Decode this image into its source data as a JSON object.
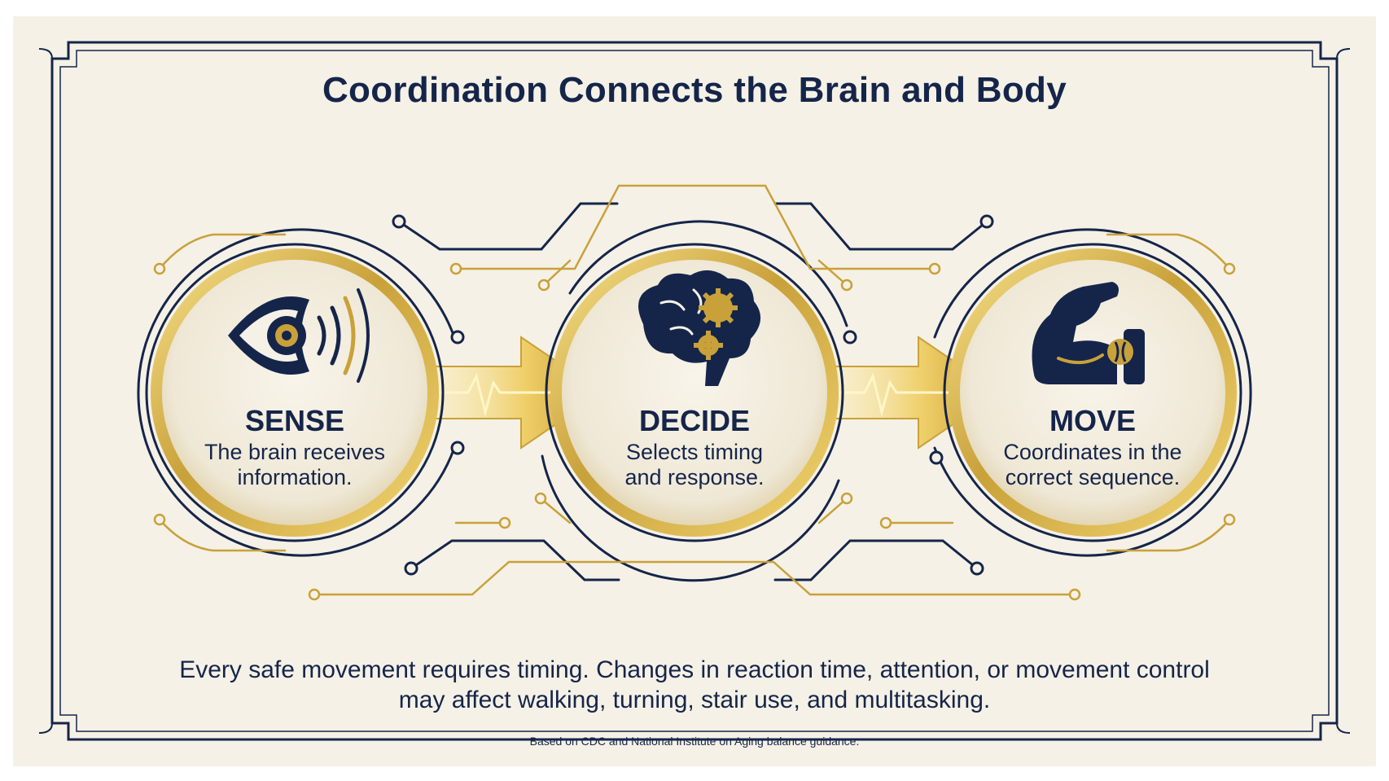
{
  "title": "Coordination Connects the Brain and Body",
  "steps": [
    {
      "label": "SENSE",
      "description": "The brain receives information.",
      "icon": "eye-with-sound-waves-icon"
    },
    {
      "label": "DECIDE",
      "description": "Selects timing and response.",
      "icon": "brain-with-gears-icon"
    },
    {
      "label": "MOVE",
      "description": "Coordinates in the correct sequence.",
      "icon": "flexed-arm-with-joint-icon"
    }
  ],
  "footer": {
    "text": "Every safe movement requires timing. Changes in reaction time, attention, or movement control may affect walking, turning, stair use, and multitasking."
  },
  "source": "Based on CDC and National Institute on Aging balance guidance.",
  "colors": {
    "navy": "#15254a",
    "gold": "#c9a13a",
    "gold_light": "#f3d77a",
    "background": "#f5f1e6"
  }
}
